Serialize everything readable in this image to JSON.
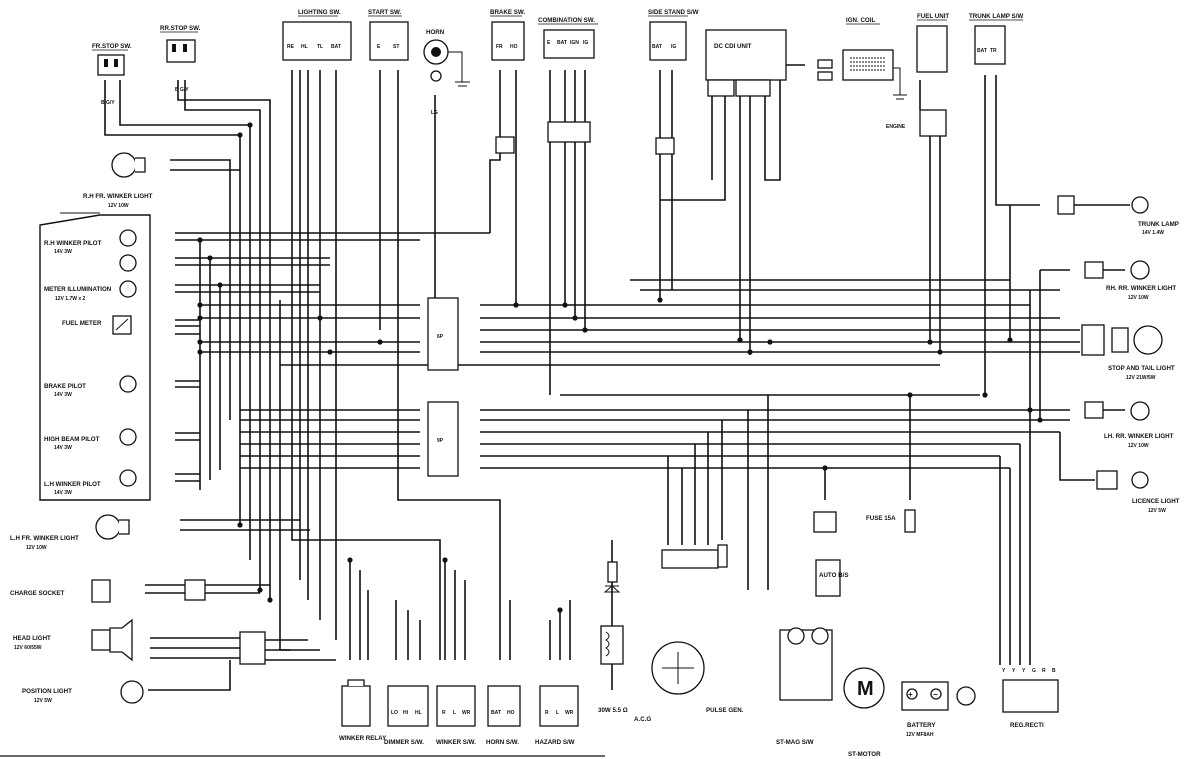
{
  "components": {
    "fr_stop_sw": {
      "title": "FR.STOP SW.",
      "wire_label": "B G/Y"
    },
    "rr_stop_sw": {
      "title": "RR.STOP SW.",
      "wire_label": "B G/Y"
    },
    "lighting_sw": {
      "title": "LIGHTING SW.",
      "pins": [
        "RE",
        "HL",
        "TL",
        "BAT"
      ]
    },
    "start_sw": {
      "title": "START SW.",
      "pins": [
        "E",
        "ST"
      ]
    },
    "horn": {
      "title": "HORN",
      "wire": "LG"
    },
    "brake_sw": {
      "title": "BRAKE SW.",
      "pins": [
        "FR",
        "HO"
      ]
    },
    "combination_sw": {
      "title": "COMBINATION SW.",
      "pins": [
        "E",
        "BAT",
        "IGN",
        "IG"
      ]
    },
    "side_stand_sw": {
      "title": "SIDE STAND S/W",
      "pins": [
        "BAT",
        "IG"
      ]
    },
    "dc_cdi_unit": {
      "title": "DC CDI UNIT"
    },
    "ign_coil": {
      "title": "IGN. COIL",
      "ground": "ENGINE"
    },
    "fuel_unit": {
      "title": "FUEL UNIT"
    },
    "trunk_lamp_sw": {
      "title": "TRUNK LAMP S/W",
      "pins": [
        "BAT",
        "TR"
      ]
    },
    "trunk_lamp": {
      "title": "TRUNK LAMP",
      "spec": "14V 1.4W"
    },
    "rh_fr_winker": {
      "title": "R.H FR. WINKER LIGHT",
      "spec": "12V 10W"
    },
    "rh_winker_pilot": {
      "title": "R.H WINKER PILOT",
      "spec": "14V 3W"
    },
    "meter_illumination": {
      "title": "METER ILLUMINATION",
      "spec": "12V 1.7W x 2"
    },
    "fuel_meter": {
      "title": "FUEL METER"
    },
    "brake_pilot": {
      "title": "BRAKE PILOT",
      "spec": "14V 3W"
    },
    "high_beam_pilot": {
      "title": "HIGH BEAM PILOT",
      "spec": "14V 3W"
    },
    "lh_winker_pilot": {
      "title": "L.H WINKER PILOT",
      "spec": "14V 3W"
    },
    "lh_fr_winker": {
      "title": "L.H FR. WINKER LIGHT",
      "spec": "12V 10W"
    },
    "charge_socket": {
      "title": "CHARGE SOCKET"
    },
    "head_light": {
      "title": "HEAD LIGHT",
      "spec": "12V 60/55W"
    },
    "position_light": {
      "title": "POSITION LIGHT",
      "spec": "12V 5W"
    },
    "rh_rr_winker": {
      "title": "RH. RR. WINKER LIGHT",
      "spec": "12V 10W"
    },
    "stop_tail": {
      "title": "STOP AND TAIL LIGHT",
      "spec": "12V 21W/5W"
    },
    "lh_rr_winker": {
      "title": "LH. RR. WINKER LIGHT",
      "spec": "12V 10W"
    },
    "licence_light": {
      "title": "LICENCE LIGHT",
      "spec": "12V 5W"
    },
    "winker_relay": {
      "title": "WINKER RELAY"
    },
    "dimmer_sw": {
      "title": "DIMMER S/W.",
      "pins": [
        "LO",
        "HI",
        "HL"
      ]
    },
    "winker_sw": {
      "title": "WINKER S/W.",
      "pins": [
        "R",
        "L",
        "WR"
      ]
    },
    "horn_sw": {
      "title": "HORN S/W.",
      "pins": [
        "BAT",
        "HO"
      ]
    },
    "hazard_sw": {
      "title": "HAZARD S/W",
      "pins": [
        "R",
        "L",
        "WR"
      ]
    },
    "resistor": {
      "title": "30W 5.5 Ω"
    },
    "acg": {
      "title": "A.C.G"
    },
    "pulse_gen": {
      "title": "PULSE GEN."
    },
    "auto_bs": {
      "title": "AUTO B/S"
    },
    "fuse": {
      "title": "FUSE 15A"
    },
    "st_mag_sw": {
      "title": "ST-MAG S/W"
    },
    "st_motor": {
      "title": "ST-MOTOR",
      "symbol": "M"
    },
    "battery": {
      "title": "BATTERY",
      "spec": "12V MF8AH"
    },
    "reg_recti": {
      "title": "REG.RECTI",
      "pins": [
        "Y",
        "Y",
        "Y",
        "G",
        "R",
        "B"
      ]
    },
    "connector_6p": {
      "label": "6P"
    },
    "connector_9p": {
      "label": "9P"
    }
  }
}
